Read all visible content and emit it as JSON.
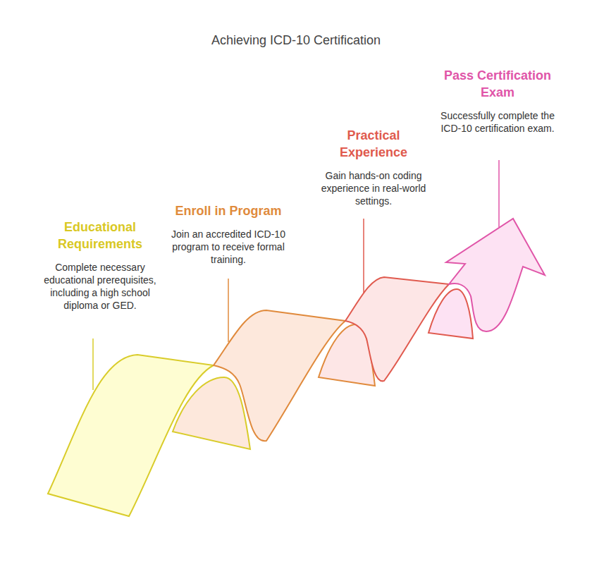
{
  "diagram": {
    "title": "Achieving ICD-10 Certification",
    "nodes": [
      {
        "text": [
          "Educational Requirements",
          "Complete necessary educational prerequisites, including a high school diploma or GED."
        ]
      },
      {
        "text": [
          "Enroll in Program",
          "Join an accredited ICD-10 program to receive formal training."
        ]
      },
      {
        "text": [
          "Practical Experience",
          "Gain hands-on coding experience in real-world settings."
        ]
      },
      {
        "text": [
          "Pass Certification Exam",
          "Successfully complete the ICD-10 certification exam."
        ]
      }
    ]
  }
}
